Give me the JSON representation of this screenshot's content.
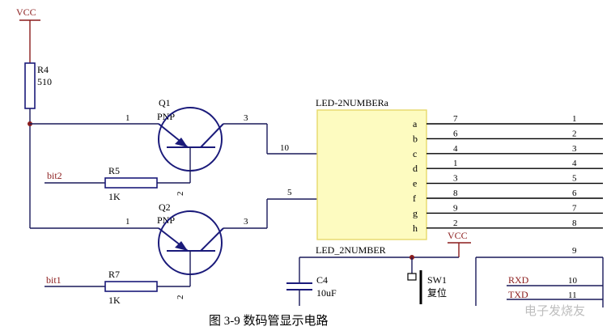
{
  "power": {
    "vcc_top": "VCC",
    "vcc_right": "VCC"
  },
  "r4": {
    "ref": "R4",
    "value": "510"
  },
  "q1": {
    "ref": "Q1",
    "type": "PNP",
    "pin_base": "1",
    "pin_collector": "2",
    "pin_emitter": "3"
  },
  "q2": {
    "ref": "Q2",
    "type": "PNP",
    "pin_base": "1",
    "pin_collector": "2",
    "pin_emitter": "3"
  },
  "r5": {
    "ref": "R5",
    "value": "1K",
    "net": "bit2"
  },
  "r7": {
    "ref": "R7",
    "value": "1K",
    "net": "bit1"
  },
  "led": {
    "title": "LED-2NUMBERa",
    "subtitle": "LED_2NUMBER",
    "pin_10": "10",
    "pin_5": "5",
    "segments": [
      {
        "name": "a",
        "pin": "7",
        "net": "1"
      },
      {
        "name": "b",
        "pin": "6",
        "net": "2"
      },
      {
        "name": "c",
        "pin": "4",
        "net": "3"
      },
      {
        "name": "d",
        "pin": "1",
        "net": "4"
      },
      {
        "name": "e",
        "pin": "3",
        "net": "5"
      },
      {
        "name": "f",
        "pin": "8",
        "net": "6"
      },
      {
        "name": "g",
        "pin": "9",
        "net": "7"
      },
      {
        "name": "h",
        "pin": "2",
        "net": "8"
      }
    ]
  },
  "c4": {
    "ref": "C4",
    "value": "10uF"
  },
  "sw1": {
    "ref": "SW1",
    "label": "复位"
  },
  "right_header": {
    "pin_9": "9",
    "pin_10": "10",
    "pin_11": "11",
    "rxd": "RXD",
    "txd": "TXD"
  },
  "caption": "图 3-9  数码管显示电路",
  "watermark": "电子发烧友",
  "colors": {
    "wire": "#1a1a5a",
    "led_fill": "#fdfbc0",
    "led_stroke": "#e6d96a",
    "net_red": "#8b1c1c"
  }
}
